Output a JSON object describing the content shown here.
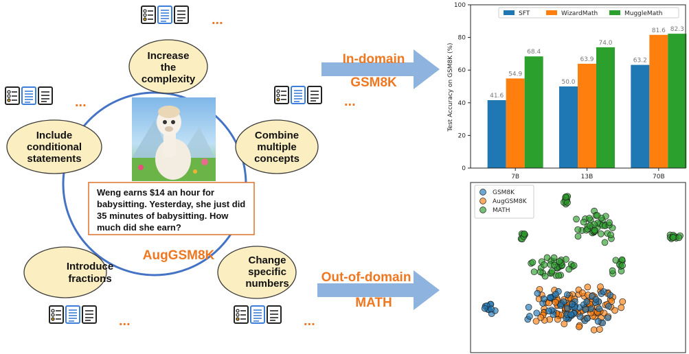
{
  "diagram": {
    "center_label": "AugGSM8K",
    "question": [
      "Weng earns $14 an hour for",
      "babysitting. Yesterday, she just did",
      "35 minutes of babysitting. How",
      "much did she earn?"
    ],
    "nodes": [
      {
        "key": "complexity",
        "lines": [
          "Increase",
          "the",
          "complexity"
        ]
      },
      {
        "key": "conditional",
        "lines": [
          "Include",
          "conditional",
          "statements"
        ]
      },
      {
        "key": "combine",
        "lines": [
          "Combine",
          "multiple",
          "concepts"
        ]
      },
      {
        "key": "fractions",
        "lines": [
          "Introduce",
          "fractions"
        ]
      },
      {
        "key": "numbers",
        "lines": [
          "Change",
          "specific",
          "numbers"
        ]
      }
    ],
    "ellipsis": "...",
    "arrows": {
      "in_domain": "In-domain",
      "in_dataset": "GSM8K",
      "out_domain": "Out-of-domain",
      "out_dataset": "MATH"
    },
    "colors": {
      "ring": "#4472c4",
      "node_fill": "#fbeec1",
      "node_stroke": "#3a3a3a",
      "accent": "#ee7721",
      "arrow": "#8db3de"
    }
  },
  "chart_data": [
    {
      "type": "bar",
      "ylabel": "Test Accuracy on GSM8K (%)",
      "ylim": [
        0,
        100
      ],
      "yticks": [
        0,
        20,
        40,
        60,
        80,
        100
      ],
      "categories": [
        "7B",
        "13B",
        "70B"
      ],
      "series": [
        {
          "name": "SFT",
          "values": [
            41.6,
            50.0,
            63.2
          ],
          "labels": [
            "41.6",
            "50.0",
            "63.2"
          ],
          "color": "#1f77b4"
        },
        {
          "name": "WizardMath",
          "values": [
            54.9,
            63.9,
            81.6
          ],
          "labels": [
            "54.9",
            "63.9",
            "81.6"
          ],
          "color": "#ff7f0e"
        },
        {
          "name": "MuggleMath",
          "values": [
            68.4,
            74.0,
            82.3
          ],
          "labels": [
            "68.4",
            "74.0",
            "82.3"
          ],
          "color": "#2ca02c"
        }
      ],
      "legend": "top-center",
      "grid": false
    },
    {
      "type": "scatter",
      "legend": "top-left",
      "series": [
        {
          "name": "GSM8K",
          "color": "#1f77b4"
        },
        {
          "name": "AugGSM8K",
          "color": "#ff7f0e"
        },
        {
          "name": "MATH",
          "color": "#2ca02c"
        }
      ]
    }
  ]
}
